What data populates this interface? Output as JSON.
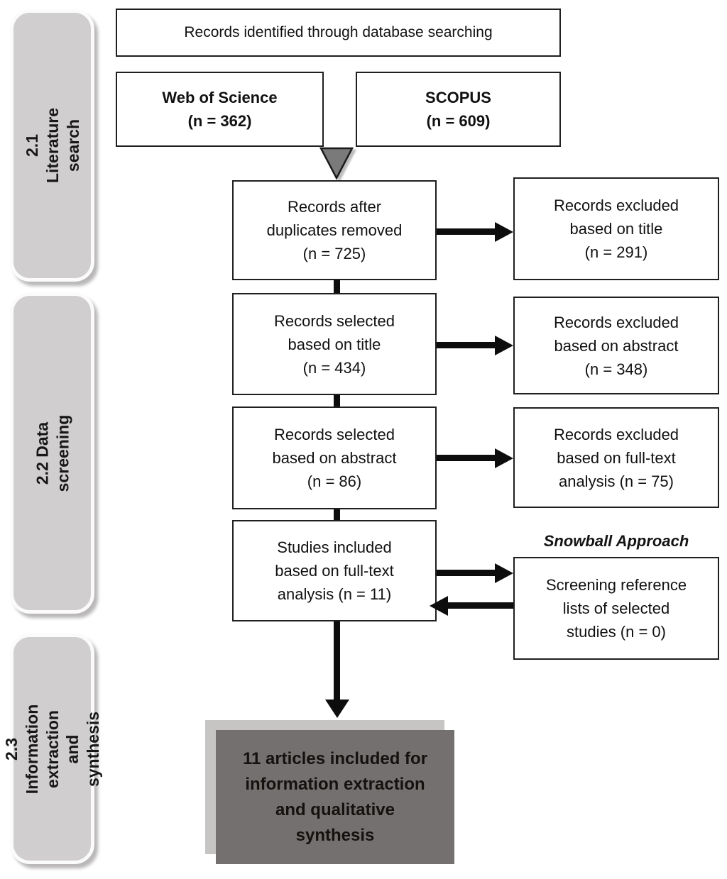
{
  "sidebar": {
    "sections": [
      {
        "label": "2.1 Literature search"
      },
      {
        "label": "2.2 Data screening"
      },
      {
        "label": "2.3 Information\nextraction and synthesis"
      }
    ]
  },
  "flow": {
    "identification": {
      "label": "Records identified through database searching"
    },
    "sources": [
      {
        "name": "Web of Science",
        "count": "(n = 362)"
      },
      {
        "name": "SCOPUS",
        "count": "(n = 609)"
      }
    ],
    "screening_steps": [
      {
        "label": "Records after\nduplicates removed\n(n = 725)"
      },
      {
        "label": "Records selected\nbased on title\n(n = 434)"
      },
      {
        "label": "Records selected\nbased on abstract\n(n = 86)"
      },
      {
        "label": "Studies included\nbased on full-text\nanalysis (n = 11)"
      }
    ],
    "exclusion_steps": [
      {
        "label": "Records excluded\nbased on title\n(n = 291)"
      },
      {
        "label": "Records excluded\nbased on abstract\n(n = 348)"
      },
      {
        "label": "Records excluded\nbased on full-text\nanalysis (n = 75)"
      }
    ],
    "snowball": {
      "title": "Snowball Approach",
      "box": "Screening reference\nlists of selected\nstudies (n = 0)"
    },
    "final": {
      "label": "11 articles included for\ninformation extraction\nand qualitative\nsynthesis"
    }
  },
  "colors": {
    "box_border": "#1f1f1f",
    "arrow": "#0d0d0d",
    "triangle_fill": "#7a7a7a",
    "sidebar_fill": "#d0cece",
    "sidebar_border": "#fbfbfb",
    "final_fill": "#747070",
    "final_shadow": "#c6c5c3"
  }
}
